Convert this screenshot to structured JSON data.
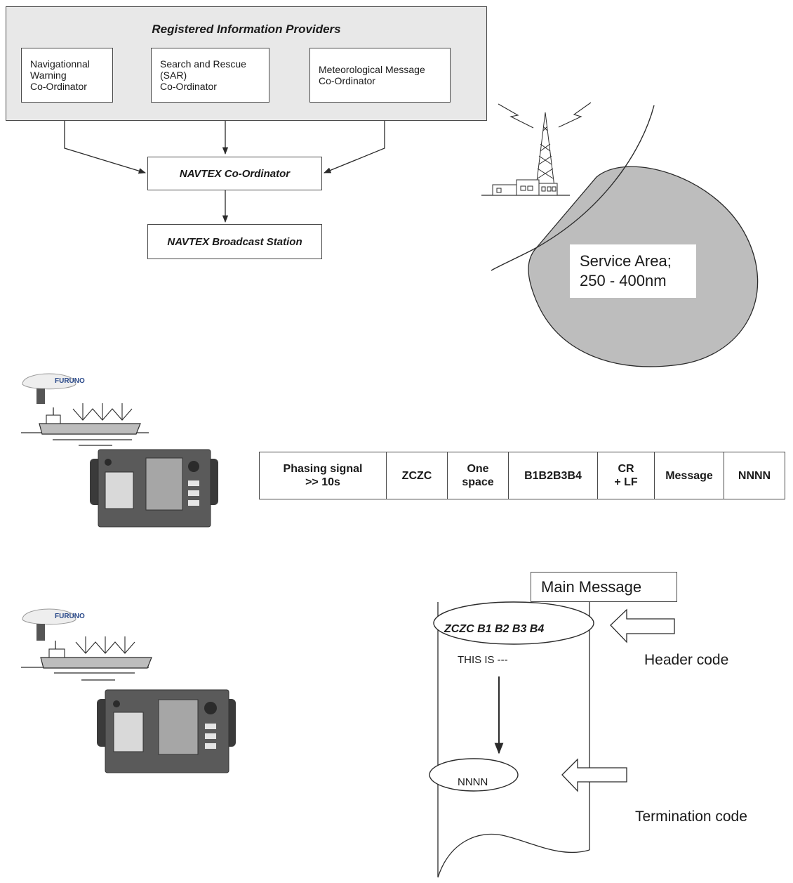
{
  "flow": {
    "providers_title": "Registered Information Providers",
    "providers": [
      {
        "label": "Navigationnal\nWarning\nCo-Ordinator"
      },
      {
        "label": "Search and Rescue\n(SAR)\nCo-Ordinator"
      },
      {
        "label": "Meteorological Message\nCo-Ordinator"
      }
    ],
    "coordinator": "NAVTEX Co-Ordinator",
    "broadcast_station": "NAVTEX Broadcast Station"
  },
  "service_area": {
    "label_line1": "Service Area;",
    "label_line2": "250 - 400nm"
  },
  "receiver": {
    "antenna_brand": "FURUNO"
  },
  "message_format": {
    "cells": [
      "Phasing signal\n>> 10s",
      "ZCZC",
      "One\nspace",
      "B1B2B3B4",
      "CR\n+ LF",
      "Message",
      "NNNN"
    ]
  },
  "printout": {
    "header_line": "ZCZC B1 B2 B3 B4",
    "body_line": "THIS IS ---",
    "end_line": "NNNN",
    "header_callout": "Header code",
    "main_message_callout": "Main Message",
    "termination_callout": "Termination code"
  },
  "colors": {
    "panel_fill": "#e8e8e8",
    "area_fill": "#bdbdbd",
    "line": "#2b2b2b"
  }
}
